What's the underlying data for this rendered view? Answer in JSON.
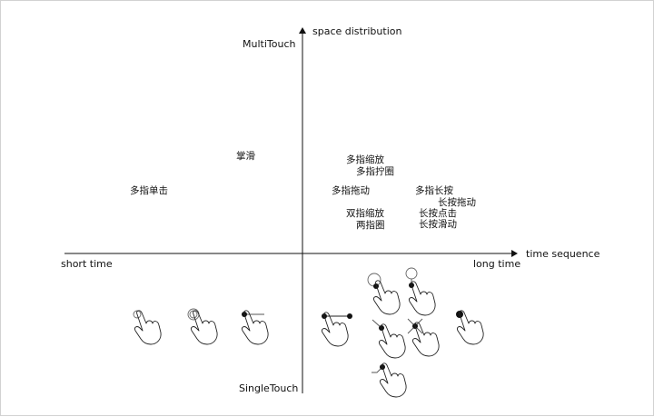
{
  "axes": {
    "y_top_label": "space distribution",
    "x_right_label": "time sequence",
    "multi_touch": "MultiTouch",
    "single_touch": "SingleTouch",
    "short_time": "short time",
    "long_time": "long time"
  },
  "gestures": {
    "palm_slide": "掌滑",
    "multi_pinch": "多指缩放",
    "multi_rotate": "多指拧圈",
    "multi_drag": "多指拖动",
    "multi_long_press": "多指长按",
    "long_press_drag": "长按拖动",
    "multi_tap": "多指单击",
    "two_pinch": "双指缩放",
    "long_press_tap": "长按点击",
    "two_circle": "两指圈",
    "long_press_slide": "长按滑动"
  },
  "icons": [
    "tap-icon",
    "double-tap-icon",
    "swipe-icon",
    "drag-icon",
    "circle-rotate-icon",
    "rotate-icon",
    "flick-icon",
    "cross-press-icon",
    "long-press-icon",
    "check-flick-icon"
  ]
}
